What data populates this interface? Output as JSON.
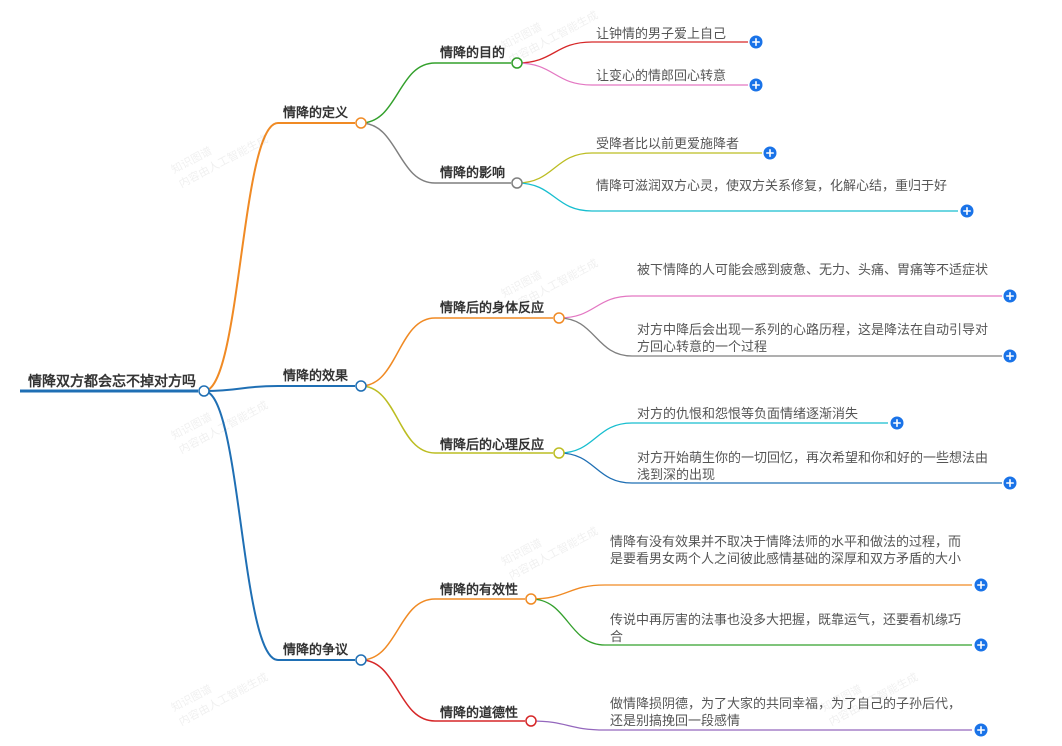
{
  "root": {
    "label": "情降双方都会忘不掉对方吗"
  },
  "branches": [
    {
      "label": "情降的定义",
      "color": "#f08a24",
      "children": [
        {
          "label": "情降的目的",
          "color": "#33a02c",
          "leaves": [
            {
              "text": "让钟情的男子爱上自己",
              "color": "#d62728"
            },
            {
              "text": "让变心的情郎回心转意",
              "color": "#e377c2"
            }
          ]
        },
        {
          "label": "情降的影响",
          "color": "#7f7f7f",
          "leaves": [
            {
              "text": "受降者比以前更爱施降者",
              "color": "#bcbd22"
            },
            {
              "text": "情降可滋润双方心灵，使双方关系修复，化解心结，重归于好",
              "color": "#17becf"
            }
          ]
        }
      ]
    },
    {
      "label": "情降的效果",
      "color": "#1f6fb4",
      "children": [
        {
          "label": "情降后的身体反应",
          "color": "#f08a24",
          "leaves": [
            {
              "text": "被下情降的人可能会感到疲惫、无力、头痛、胃痛等不适症状",
              "color": "#e377c2"
            },
            {
              "text": "对方中降后会出现一系列的心路历程，这是降法在自动引导对方回心转意的一个过程",
              "color": "#7f7f7f"
            }
          ]
        },
        {
          "label": "情降后的心理反应",
          "color": "#bcbd22",
          "leaves": [
            {
              "text": "对方的仇恨和怨恨等负面情绪逐渐消失",
              "color": "#17becf"
            },
            {
              "text": "对方开始萌生你的一切回忆，再次希望和你和好的一些想法由浅到深的出现",
              "color": "#1f6fb4"
            }
          ]
        }
      ]
    },
    {
      "label": "情降的争议",
      "color": "#1f6fb4",
      "children": [
        {
          "label": "情降的有效性",
          "color": "#f08a24",
          "leaves": [
            {
              "text": "情降有没有效果并不取决于情降法师的水平和做法的过程，而是要看男女两个人之间彼此感情基础的深厚和双方矛盾的大小",
              "color": "#f08a24"
            },
            {
              "text": "传说中再厉害的法事也没多大把握，既靠运气，还要看机缘巧合",
              "color": "#33a02c"
            }
          ]
        },
        {
          "label": "情降的道德性",
          "color": "#d62728",
          "leaves": [
            {
              "text": "做情降损阴德，为了大家的共同幸福，为了自己的子孙后代，还是别搞挽回一段感情",
              "color": "#9467bd"
            }
          ]
        }
      ]
    }
  ],
  "style": {
    "root_color": "#1f6fb4",
    "expand_button_color": "#1a73e8",
    "expand_icon": "plus-icon"
  },
  "watermark": {
    "lines": [
      "知识图谱",
      "内容由人工智能生成"
    ]
  }
}
